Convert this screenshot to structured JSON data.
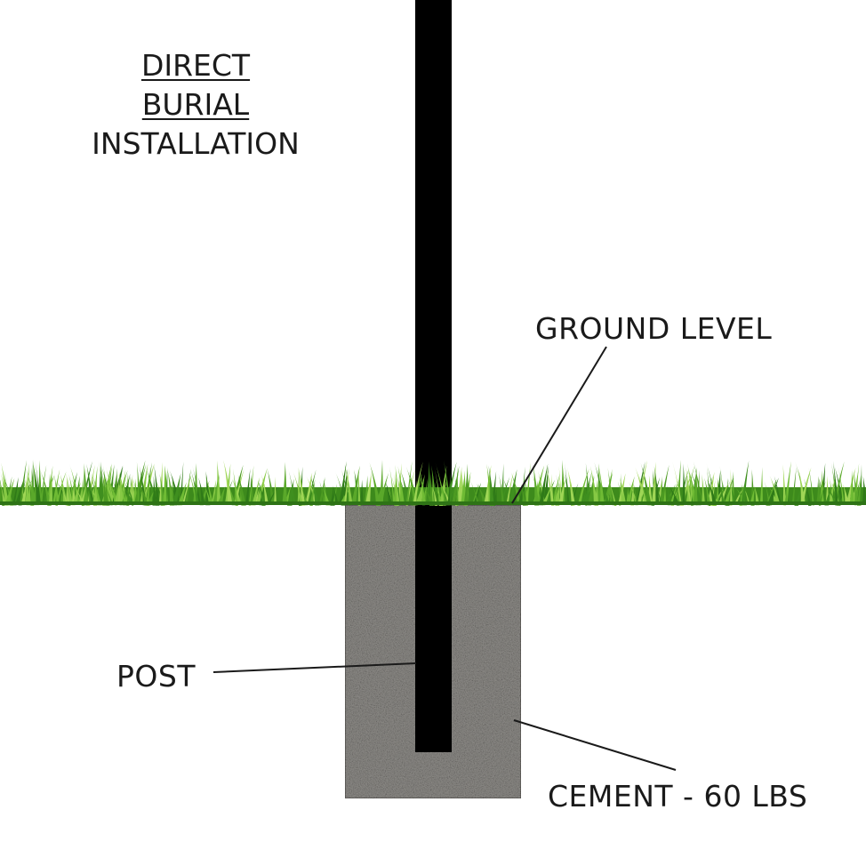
{
  "title": {
    "line1": "DIRECT",
    "line2": "BURIAL",
    "line3": "INSTALLATION"
  },
  "labels": {
    "ground_level": "GROUND LEVEL",
    "post": "POST",
    "cement": "CEMENT - 60 LBS"
  },
  "colors": {
    "post": "#000000",
    "grass_dark": "#3f8f1f",
    "grass_light": "#7cc43a",
    "cement": "#8a8884",
    "leader_line": "#1a1a1a"
  }
}
